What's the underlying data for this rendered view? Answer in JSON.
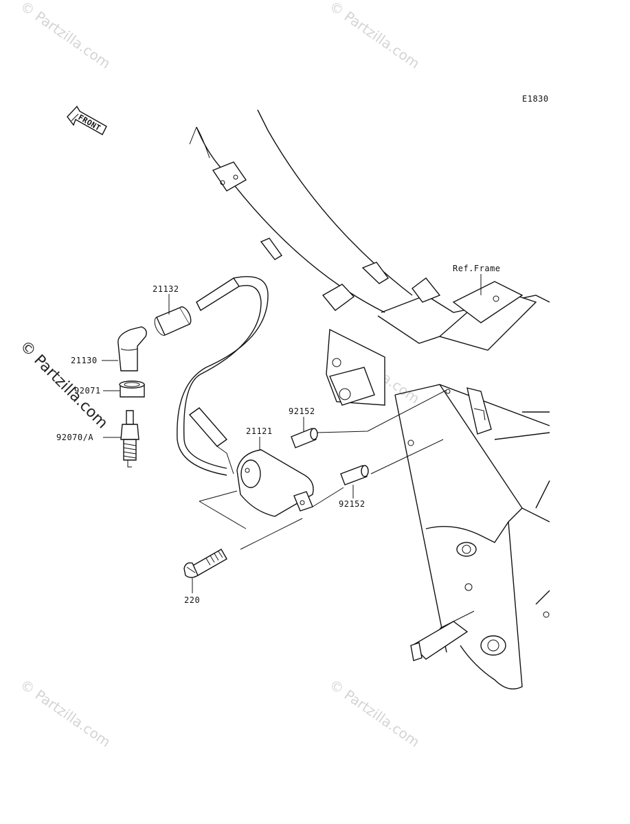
{
  "diagram_code": "E1830",
  "front_arrow_label": "FRONT",
  "ref_frame_label": "Ref.Frame",
  "watermark": "© Partzilla.com",
  "parts": [
    {
      "id": "21132"
    },
    {
      "id": "21130"
    },
    {
      "id": "92071"
    },
    {
      "id": "92070/A"
    },
    {
      "id": "21121"
    },
    {
      "id": "92152"
    },
    {
      "id": "92152"
    },
    {
      "id": "220"
    }
  ]
}
